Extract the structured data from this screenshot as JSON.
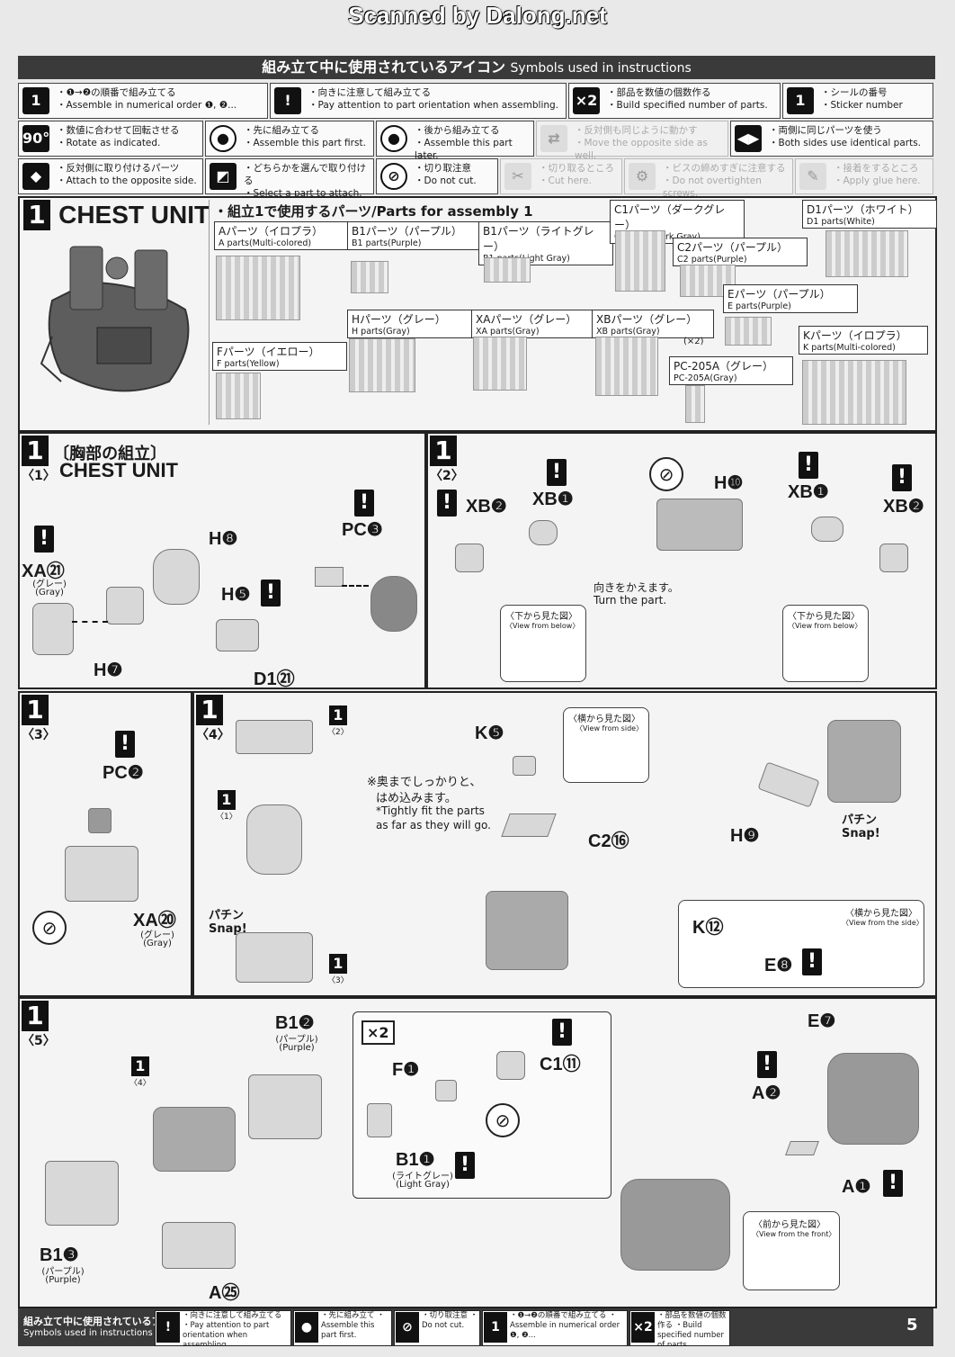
{
  "watermark": "Scanned by Dalong.net",
  "legend": {
    "title_jp": "組み立て中に使用されているアイコン",
    "title_en": "Symbols used in instructions",
    "items": [
      {
        "icon": "1",
        "jp": "・❶→❷の順番で組み立てる",
        "en": "・Assemble in numerical order ❶, ❷..."
      },
      {
        "icon": "!",
        "jp": "・向きに注意して組み立てる",
        "en": "・Pay attention to part orientation when assembling."
      },
      {
        "icon": "×2",
        "jp": "・部品を数値の個数作る",
        "en": "・Build specified number of parts."
      },
      {
        "icon": "1",
        "jp": "・シールの番号",
        "en": "・Sticker number"
      },
      {
        "icon": "90°",
        "jp": "・数値に合わせて回転させる",
        "en": "・Rotate as indicated."
      },
      {
        "icon": "●",
        "jp": "・先に組み立てる",
        "en": "・Assemble this part first."
      },
      {
        "icon": "●",
        "jp": "・後から組み立てる",
        "en": "・Assemble this part later."
      },
      {
        "icon": "⇄",
        "jp": "・反対側も同じように動かす",
        "en": "・Move the opposite side as well."
      },
      {
        "icon": "◀▶",
        "jp": "・両側に同じパーツを使う",
        "en": "・Both sides use identical parts."
      },
      {
        "icon": "◆",
        "jp": "・反対側に取り付けるパーツ",
        "en": "・Attach to the opposite side."
      },
      {
        "icon": "◩",
        "jp": "・どちらかを選んで取り付ける",
        "en": "・Select a part to attach."
      },
      {
        "icon": "⊘",
        "jp": "・切り取注意",
        "en": "・Do not cut."
      },
      {
        "icon": "✂",
        "jp": "・切り取るところ",
        "en": "・Cut here."
      },
      {
        "icon": "⚙",
        "jp": "・ビスの締めすぎに注意する",
        "en": "・Do not overtighten screws."
      },
      {
        "icon": "✎",
        "jp": "・接着をするところ",
        "en": "・Apply glue here."
      }
    ]
  },
  "section1": {
    "num": "1",
    "title": "CHEST UNIT",
    "parts_header": "・組立1で使用するパーツ/Parts for assembly 1",
    "parts": [
      {
        "jp": "Aパーツ（イロプラ）",
        "en": "A parts(Multi-colored)"
      },
      {
        "jp": "B1パーツ（パープル）",
        "en": "B1 parts(Purple)"
      },
      {
        "jp": "B1パーツ（ライトグレー）",
        "en": "B1 parts(Light Gray)"
      },
      {
        "jp": "C1パーツ（ダークグレー）",
        "en": "C1 parts(Dark Gray)"
      },
      {
        "jp": "D1パーツ（ホワイト）",
        "en": "D1 parts(White)"
      },
      {
        "jp": "C2パーツ（パープル）",
        "en": "C2 parts(Purple)"
      },
      {
        "jp": "Eパーツ（パープル）",
        "en": "E parts(Purple)"
      },
      {
        "jp": "Hパーツ（グレー）",
        "en": "H parts(Gray)"
      },
      {
        "jp": "XAパーツ（グレー）",
        "en": "XA parts(Gray)"
      },
      {
        "jp": "XBパーツ（グレー）",
        "en": "XB parts(Gray)"
      },
      {
        "jp": "Kパーツ（イロプラ）",
        "en": "K parts(Multi-colored)"
      },
      {
        "jp": "Fパーツ（イエロー）",
        "en": "F parts(Yellow)"
      },
      {
        "jp": "PC-205A（グレー）",
        "en": "PC-205A(Gray)"
      }
    ],
    "x2": "(×2)"
  },
  "step1": {
    "num": "1",
    "jp": "〔胸部の組立〕",
    "sub": "〈1〉",
    "title": "CHEST UNIT",
    "labels": {
      "xa": "XA㉑",
      "xa_sub1": "(グレー)",
      "xa_sub2": "(Gray)",
      "h8": "H❽",
      "h5": "H❺",
      "h7": "H❼",
      "d1": "D1㉑",
      "pc": "PC❸"
    }
  },
  "step2": {
    "num": "1",
    "sub": "〈2〉",
    "xb2": "XB❷",
    "xb1": "XB❶",
    "h10": "H❿",
    "turn_jp": "向きをかえます。",
    "turn_en": "Turn the part.",
    "view_jp": "〈下から見た図〉",
    "view_en": "〈View from below〉"
  },
  "step3": {
    "num": "1",
    "sub": "〈3〉",
    "pc": "PC❷",
    "xa": "XA⑳",
    "xa_sub1": "(グレー)",
    "xa_sub2": "(Gray)"
  },
  "step4": {
    "num": "1",
    "sub": "〈4〉",
    "ref2": "〈2〉",
    "ref1": "〈1〉",
    "ref3": "〈3〉",
    "snap": "パチン Snap!",
    "k5": "K❺",
    "c2": "C2⑯",
    "note_jp1": "※奥までしっかりと、",
    "note_jp2": "はめ込みます。",
    "note_en1": "*Tightly fit the parts",
    "note_en2": "as far as they will go.",
    "view_side_jp": "〈横から見た図〉",
    "view_side_en": "〈View from side〉",
    "h9": "H❾",
    "k12": "K⑫",
    "e8": "E❽",
    "view_side2_jp": "〈横から見た図〉",
    "view_side2_en": "〈View from the side〉"
  },
  "step5": {
    "num": "1",
    "sub": "〈5〉",
    "ref4": "〈4〉",
    "b1_2": "B1❷",
    "purple_jp": "(パープル)",
    "purple_en": "(Purple)",
    "b1_3": "B1❸",
    "a25": "A㉕",
    "x2": "×2",
    "f1": "F❶",
    "c1_11": "C1⑪",
    "b1_1": "B1❶",
    "lightgray_jp": "(ライトグレー)",
    "lightgray_en": "(Light Gray)",
    "e7": "E❼",
    "a2": "A❷",
    "a1": "A❶",
    "view_front_jp": "〈前から見た図〉",
    "view_front_en": "〈View from the front〉"
  },
  "footer": {
    "title_jp": "組み立て中に使用されているアイコン",
    "title_en": "Symbols used in instructions",
    "items": [
      {
        "icon": "!",
        "text": "・向きに注意して組み立てる ・Pay attention to part orientation when assembling."
      },
      {
        "icon": "●",
        "text": "・先に組み立て ・Assemble this part first."
      },
      {
        "icon": "⊘",
        "text": "・切り取注意 ・Do not cut."
      },
      {
        "icon": "1",
        "text": "・❶→❷の順番で組み立てる ・Assemble in numerical order ❶, ❷..."
      },
      {
        "icon": "×2",
        "text": "・部品を数値の個数作る ・Build specified number of parts."
      }
    ],
    "page": "5"
  }
}
